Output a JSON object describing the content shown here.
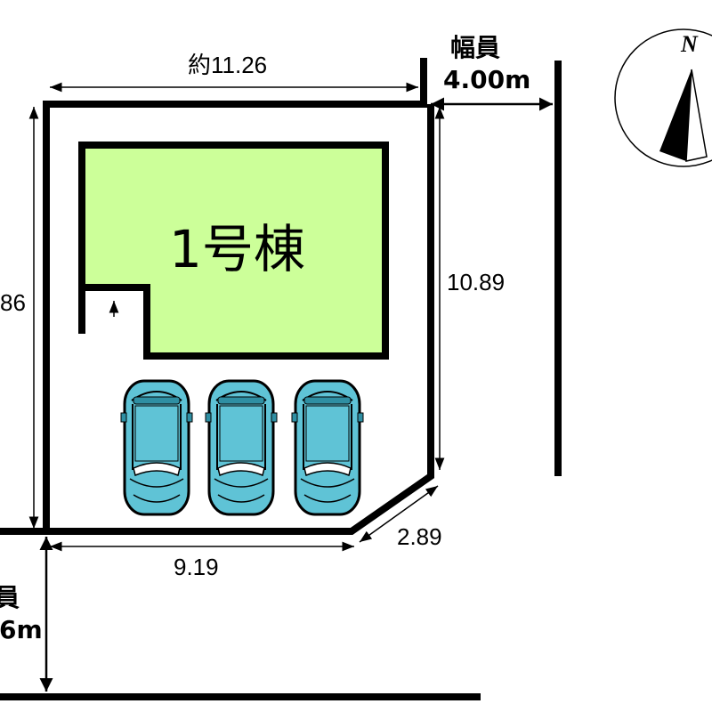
{
  "building": {
    "label": "1号棟"
  },
  "dimensions": {
    "top": "約11.26",
    "right": "10.89",
    "left_partial": "86",
    "bottom": "9.19",
    "corner": "2.89"
  },
  "roads": {
    "east": {
      "label": "幅員",
      "width": "4.00m"
    },
    "south": {
      "label": "員",
      "width": "6m"
    }
  },
  "compass": {
    "label": "N"
  },
  "parking": {
    "spaces": 3
  },
  "colors": {
    "building": "#ccff99",
    "car_body": "#5fc3d6",
    "car_dark": "#2f8fa3",
    "line": "#000000"
  }
}
